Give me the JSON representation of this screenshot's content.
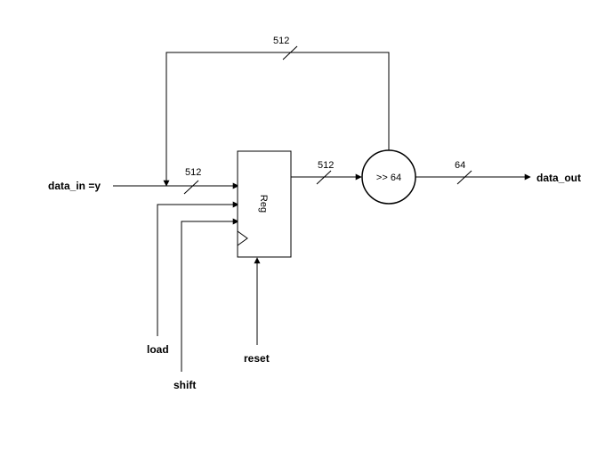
{
  "diagram": {
    "inputs": {
      "data_in": "data_in =y",
      "load": "load",
      "shift": "shift",
      "reset": "reset"
    },
    "output": "data_out",
    "register_label": "Reg",
    "shifter_label": ">> 64",
    "bus_widths": {
      "input_bus": "512",
      "feedback_bus": "512",
      "reg_to_shifter": "512",
      "output_bus": "64"
    },
    "colors": {
      "stroke": "#000000",
      "background": "#ffffff"
    }
  }
}
